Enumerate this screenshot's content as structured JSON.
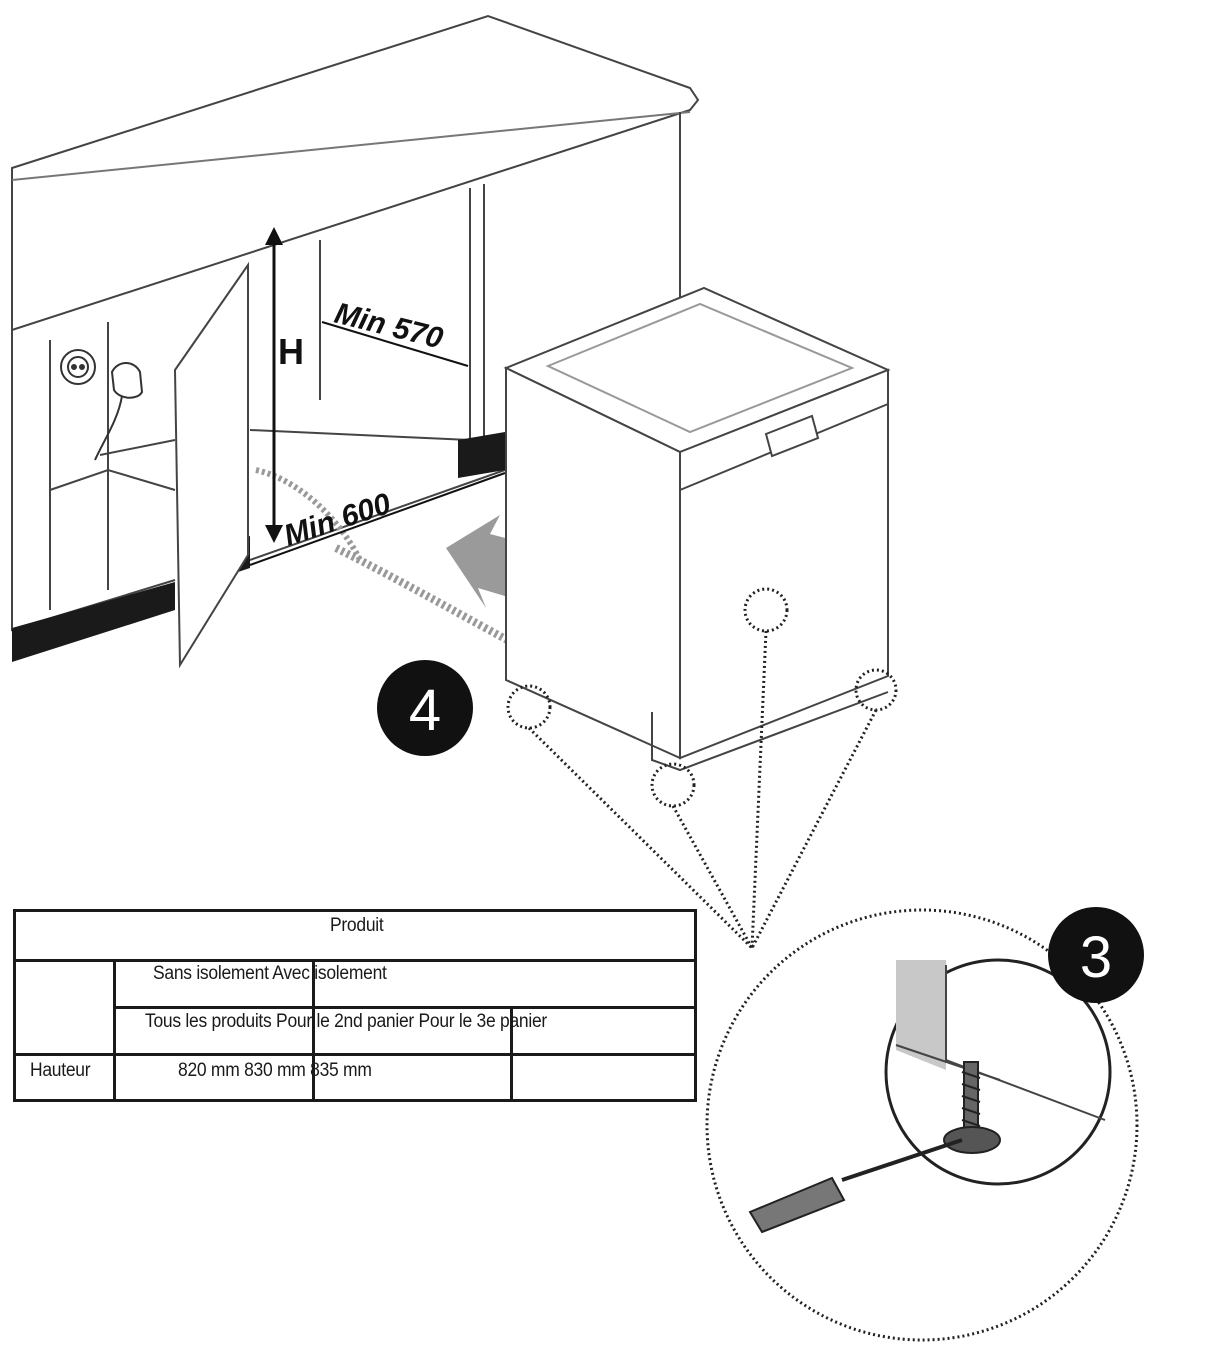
{
  "diagram": {
    "labels": {
      "height": "H",
      "min_depth": "Min 570",
      "min_width": "Min 600"
    },
    "steps": {
      "step_4": "4",
      "step_3": "3"
    }
  },
  "table": {
    "header": "Produit",
    "row_insulation": "Sans isolement Avec isolement",
    "row_products": "Tous les produits Pour le 2nd panier Pour le 3e panier",
    "row_height_label": "Hauteur",
    "row_height_values": "820 mm 830 mm 835 mm"
  }
}
